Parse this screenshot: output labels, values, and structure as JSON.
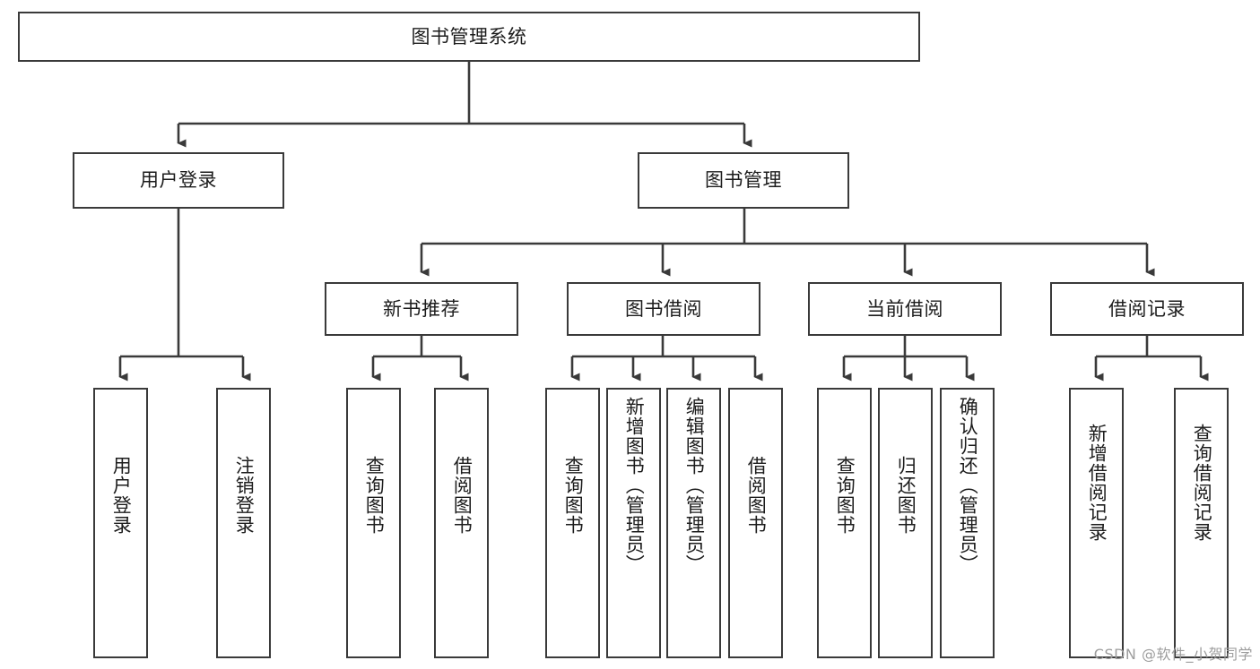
{
  "diagram": {
    "title": "图书管理系统",
    "type": "tree",
    "watermark": "CSDN @软件_小贺同学",
    "colors": {
      "stroke": "#3a3a3a",
      "fill": "#ffffff",
      "text": "#1c1c1c",
      "watermark": "#9d9d9d"
    },
    "nodes": {
      "root": {
        "label": "图书管理系统",
        "level": 1,
        "orientation": "horizontal"
      },
      "user_login": {
        "label": "用户登录",
        "level": 2,
        "orientation": "horizontal"
      },
      "book_manage": {
        "label": "图书管理",
        "level": 2,
        "orientation": "horizontal"
      },
      "new_book_rec": {
        "label": "新书推荐",
        "level": 3,
        "orientation": "horizontal"
      },
      "book_borrow": {
        "label": "图书借阅",
        "level": 3,
        "orientation": "horizontal"
      },
      "current_borrow": {
        "label": "当前借阅",
        "level": 3,
        "orientation": "horizontal"
      },
      "borrow_record": {
        "label": "借阅记录",
        "level": 3,
        "orientation": "horizontal"
      },
      "leaf_user_login": {
        "label": "用户登录",
        "level": 4,
        "orientation": "vertical"
      },
      "leaf_logout": {
        "label": "注销登录",
        "level": 4,
        "orientation": "vertical"
      },
      "leaf_query_book_1": {
        "label": "查询图书",
        "level": 4,
        "orientation": "vertical"
      },
      "leaf_borrow_book_1": {
        "label": "借阅图书",
        "level": 4,
        "orientation": "vertical"
      },
      "leaf_query_book_2": {
        "label": "查询图书",
        "level": 4,
        "orientation": "vertical"
      },
      "leaf_add_book": {
        "label": "新增图书（管理员）",
        "level": 4,
        "orientation": "vertical"
      },
      "leaf_edit_book": {
        "label": "编辑图书（管理员）",
        "level": 4,
        "orientation": "vertical"
      },
      "leaf_borrow_book_2": {
        "label": "借阅图书",
        "level": 4,
        "orientation": "vertical"
      },
      "leaf_query_book_3": {
        "label": "查询图书",
        "level": 4,
        "orientation": "vertical"
      },
      "leaf_return_book": {
        "label": "归还图书",
        "level": 4,
        "orientation": "vertical"
      },
      "leaf_confirm_return": {
        "label": "确认归还（管理员）",
        "level": 4,
        "orientation": "vertical"
      },
      "leaf_add_record": {
        "label": "新增借阅记录",
        "level": 4,
        "orientation": "vertical"
      },
      "leaf_query_record": {
        "label": "查询借阅记录",
        "level": 4,
        "orientation": "vertical"
      }
    },
    "edges": [
      {
        "from": "root",
        "to": "user_login"
      },
      {
        "from": "root",
        "to": "book_manage"
      },
      {
        "from": "user_login",
        "to": "leaf_user_login"
      },
      {
        "from": "user_login",
        "to": "leaf_logout"
      },
      {
        "from": "book_manage",
        "to": "new_book_rec"
      },
      {
        "from": "book_manage",
        "to": "book_borrow"
      },
      {
        "from": "book_manage",
        "to": "current_borrow"
      },
      {
        "from": "book_manage",
        "to": "borrow_record"
      },
      {
        "from": "new_book_rec",
        "to": "leaf_query_book_1"
      },
      {
        "from": "new_book_rec",
        "to": "leaf_borrow_book_1"
      },
      {
        "from": "book_borrow",
        "to": "leaf_query_book_2"
      },
      {
        "from": "book_borrow",
        "to": "leaf_add_book"
      },
      {
        "from": "book_borrow",
        "to": "leaf_edit_book"
      },
      {
        "from": "book_borrow",
        "to": "leaf_borrow_book_2"
      },
      {
        "from": "current_borrow",
        "to": "leaf_query_book_3"
      },
      {
        "from": "current_borrow",
        "to": "leaf_return_book"
      },
      {
        "from": "current_borrow",
        "to": "leaf_confirm_return"
      },
      {
        "from": "borrow_record",
        "to": "leaf_add_record"
      },
      {
        "from": "borrow_record",
        "to": "leaf_query_record"
      }
    ]
  }
}
